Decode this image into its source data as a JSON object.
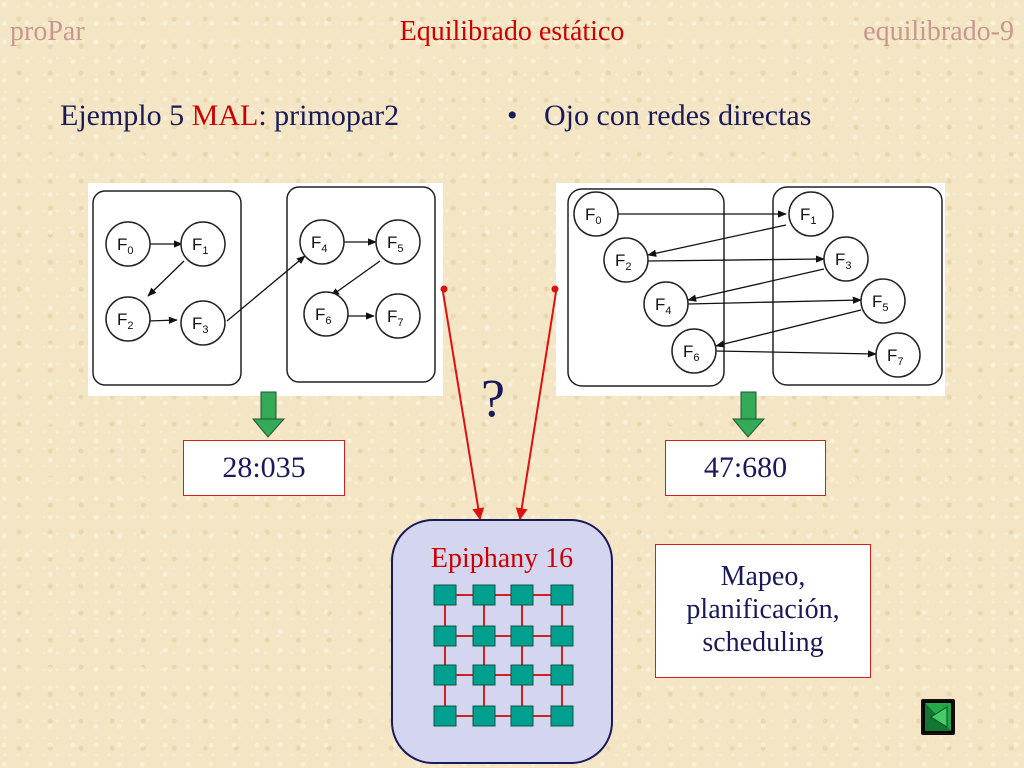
{
  "header": {
    "left": "proPar",
    "center": "Equilibrado estático",
    "right": "equilibrado-9"
  },
  "subtitle_left": {
    "prefix": "Ejemplo 5 ",
    "highlight": "MAL",
    "suffix": ": primopar2"
  },
  "subtitle_right": {
    "bullet": "•",
    "text": "Ojo con redes directas"
  },
  "diagram1": {
    "nodes": [
      {
        "base": "F",
        "sub": "0"
      },
      {
        "base": "F",
        "sub": "1"
      },
      {
        "base": "F",
        "sub": "2"
      },
      {
        "base": "F",
        "sub": "3"
      },
      {
        "base": "F",
        "sub": "4"
      },
      {
        "base": "F",
        "sub": "5"
      },
      {
        "base": "F",
        "sub": "6"
      },
      {
        "base": "F",
        "sub": "7"
      }
    ]
  },
  "diagram2": {
    "nodes": [
      {
        "base": "F",
        "sub": "0"
      },
      {
        "base": "F",
        "sub": "1"
      },
      {
        "base": "F",
        "sub": "2"
      },
      {
        "base": "F",
        "sub": "3"
      },
      {
        "base": "F",
        "sub": "4"
      },
      {
        "base": "F",
        "sub": "5"
      },
      {
        "base": "F",
        "sub": "6"
      },
      {
        "base": "F",
        "sub": "7"
      }
    ]
  },
  "results": {
    "left": "28:035",
    "right": "47:680"
  },
  "question": "?",
  "chip": {
    "title": "Epiphany 16",
    "rows": 4,
    "cols": 4
  },
  "mapeo": {
    "line1": "Mapeo,",
    "line2": "planificación,",
    "line3": "scheduling"
  },
  "colors": {
    "red": "#cc0000",
    "navy": "#1a1a5a",
    "core_green": "#009988",
    "arrow_green": "#33aa55"
  }
}
